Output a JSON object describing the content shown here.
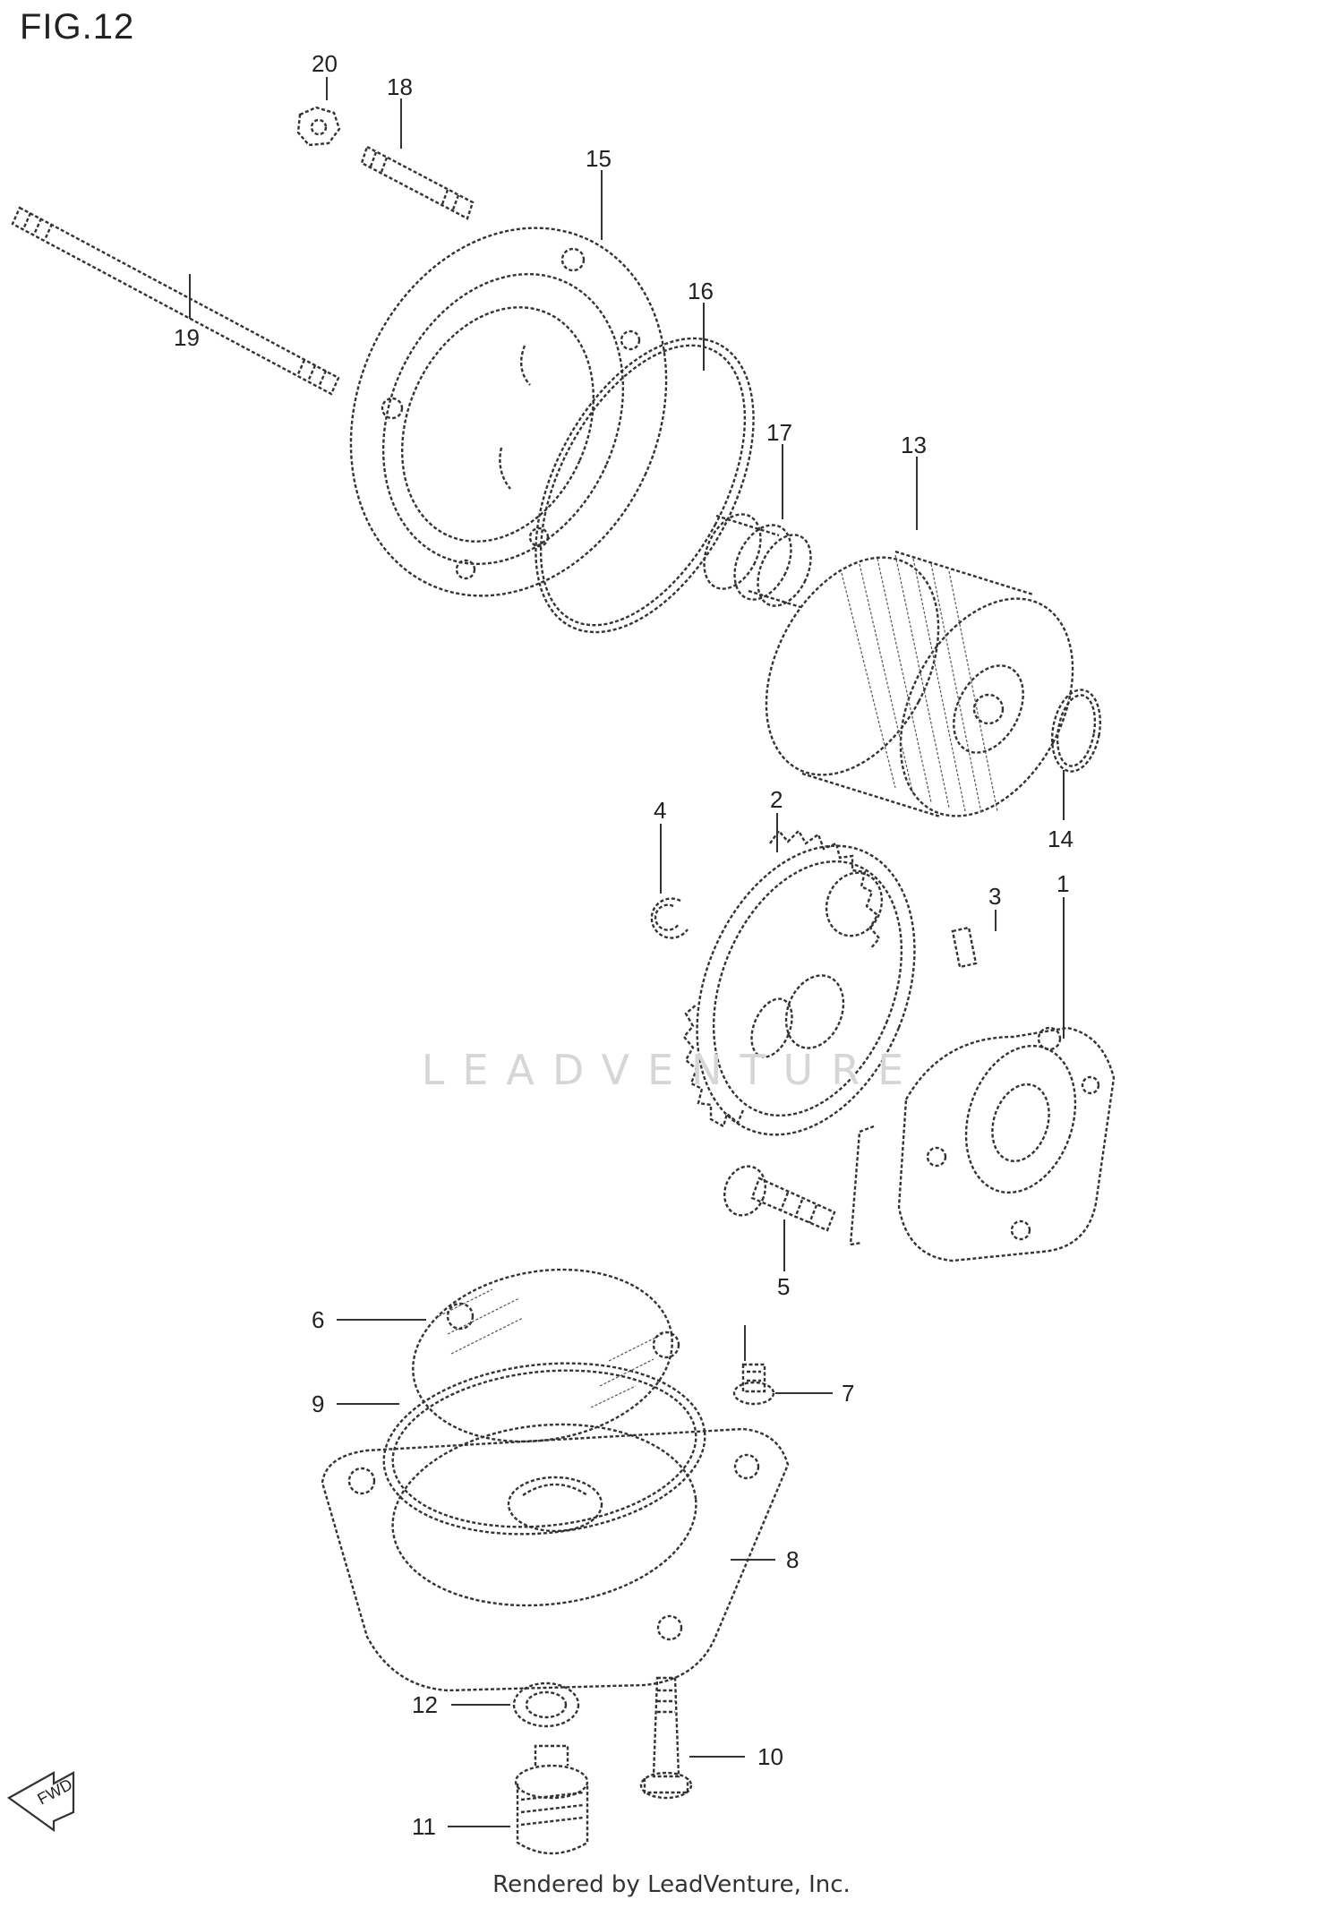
{
  "figure": {
    "title": "FIG.12"
  },
  "watermark": {
    "text": "LEADVENTURE"
  },
  "footer": {
    "text": "Rendered by LeadVenture, Inc."
  },
  "fwd_label": "FWD",
  "callouts": [
    {
      "number": "1"
    },
    {
      "number": "2"
    },
    {
      "number": "3"
    },
    {
      "number": "4"
    },
    {
      "number": "5"
    },
    {
      "number": "6"
    },
    {
      "number": "7"
    },
    {
      "number": "8"
    },
    {
      "number": "9"
    },
    {
      "number": "10"
    },
    {
      "number": "11"
    },
    {
      "number": "12"
    },
    {
      "number": "13"
    },
    {
      "number": "14"
    },
    {
      "number": "15"
    },
    {
      "number": "16"
    },
    {
      "number": "17"
    },
    {
      "number": "18"
    },
    {
      "number": "19"
    },
    {
      "number": "20"
    }
  ]
}
